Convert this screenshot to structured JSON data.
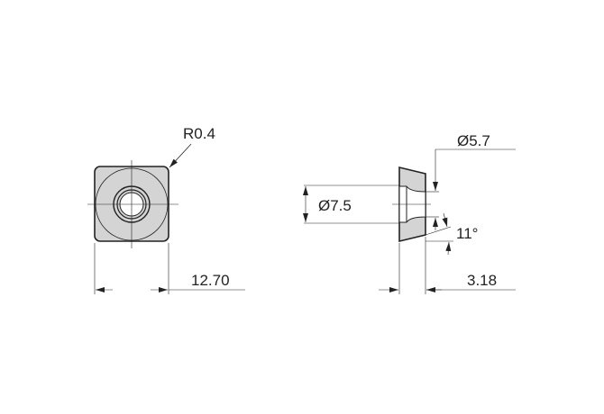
{
  "drawing": {
    "front_view": {
      "corner_radius_label": "R0.4",
      "width_label": "12.70"
    },
    "side_view": {
      "counterbore_label": "Ø7.5",
      "hole_label": "Ø5.7",
      "angle_label": "11°",
      "thickness_label": "3.18"
    }
  },
  "colors": {
    "fill": "#d4d4d4",
    "line": "#222222"
  }
}
